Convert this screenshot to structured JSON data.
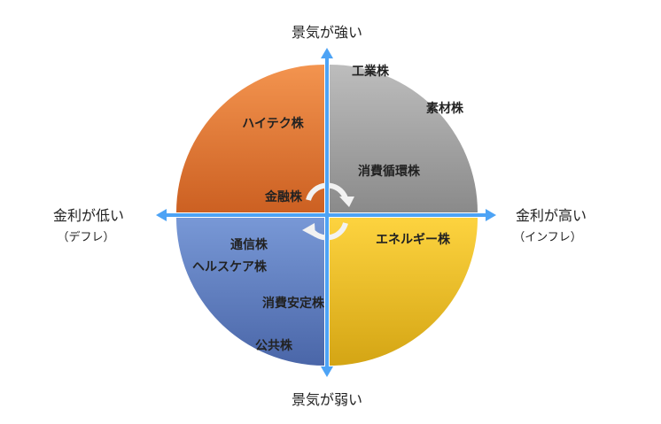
{
  "axes": {
    "top": "景気が強い",
    "bottom": "景気が弱い",
    "left": "金利が低い",
    "left_sub": "（デフレ）",
    "right": "金利が高い",
    "right_sub": "（インフレ）"
  },
  "quadrants": {
    "top_left": {
      "color": "#e07a35",
      "labels": [
        "ハイテク株",
        "金融株"
      ]
    },
    "top_right": {
      "color": "#a0a0a0",
      "labels": [
        "工業株",
        "素材株",
        "消費循環株"
      ]
    },
    "bottom_right": {
      "color": "#f3c632",
      "labels": [
        "エネルギー株"
      ]
    },
    "bottom_left": {
      "color": "#5f7fc0",
      "labels": [
        "通信株",
        "ヘルスケア株",
        "消費安定株",
        "公共株"
      ]
    }
  },
  "axis_color": "#4da3f5"
}
